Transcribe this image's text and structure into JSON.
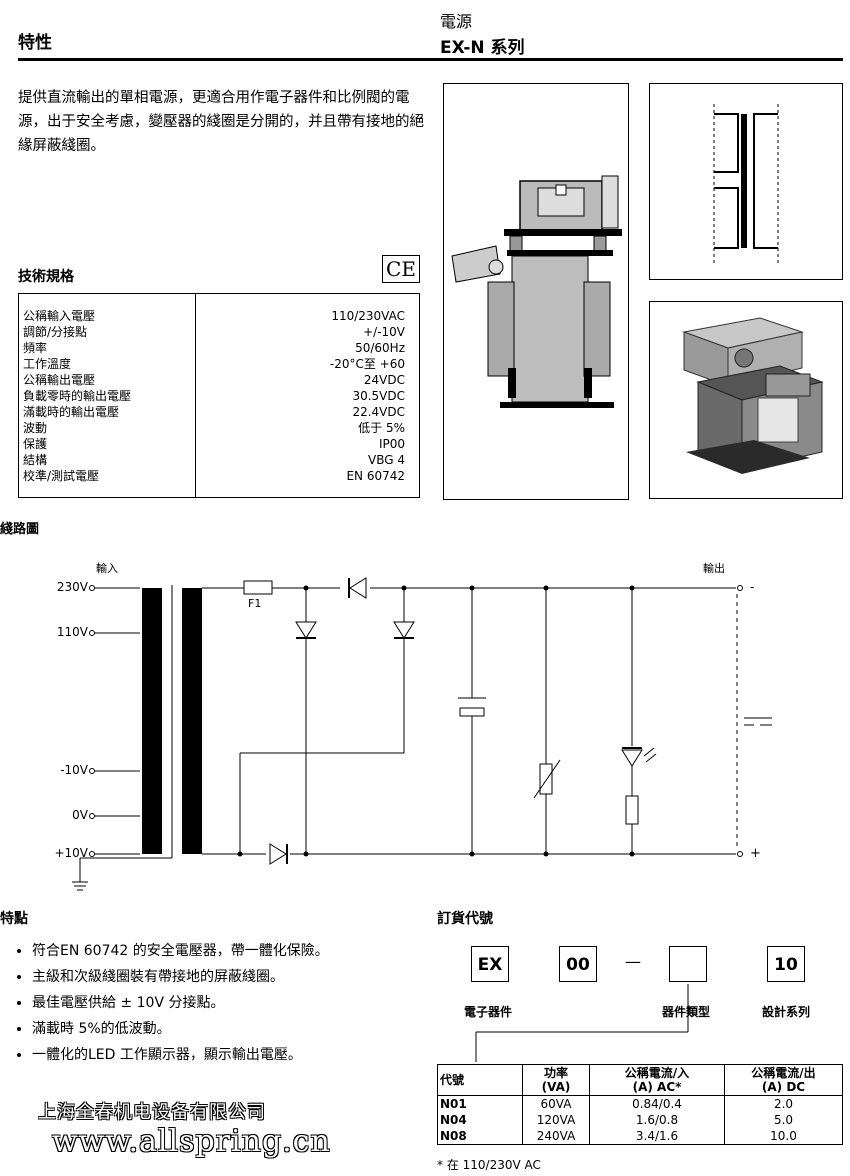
{
  "header": {
    "left_title": "特性",
    "right_line1": "電源",
    "right_line2": "EX-N 系列"
  },
  "intro": "提供直流輸出的單相電源，更適合用作電子器件和比例閥的電源，出于安全考慮，變壓器的綫圈是分開的，并且帶有接地的絕緣屏蔽綫圈。",
  "specs": {
    "title": "技術規格",
    "ce_mark": "CE",
    "rows": [
      {
        "label": "公稱輸入電壓",
        "value": "110/230VAC"
      },
      {
        "label": "調節/分接點",
        "value": "+/-10V"
      },
      {
        "label": "頻率",
        "value": "50/60Hz"
      },
      {
        "label": "工作溫度",
        "value": "-20°C至 +60"
      },
      {
        "label": "公稱輸出電壓",
        "value": "24VDC"
      },
      {
        "label": "負載零時的輸出電壓",
        "value": "30.5VDC"
      },
      {
        "label": "滿載時的輸出電壓",
        "value": "22.4VDC"
      },
      {
        "label": "波動",
        "value": "低于 5%"
      },
      {
        "label": "保護",
        "value": "IP00"
      },
      {
        "label": "結構",
        "value": "VBG 4"
      },
      {
        "label": "校準/測試電壓",
        "value": "EN 60742"
      }
    ]
  },
  "circuit": {
    "title": "綫路圖",
    "input_label": "輸入",
    "output_label": "輸出",
    "taps": [
      "230V",
      "110V",
      "-10V",
      "0V",
      "+10V"
    ],
    "fuse_label": "F1",
    "out_minus": "-",
    "out_plus": "+"
  },
  "features": {
    "title": "特點",
    "items": [
      "符合EN 60742 的安全電壓器，帶一體化保險。",
      "主級和次級綫圈裝有帶接地的屏蔽綫圈。",
      "最佳電壓供給 ± 10V 分接點。",
      "滿載時 5%的低波動。",
      "一體化的LED 工作顯示器，顯示輸出電壓。"
    ]
  },
  "order": {
    "title": "訂貨代號",
    "boxes": [
      "EX",
      "00",
      "",
      "10"
    ],
    "dash": "—",
    "label_electronic": "電子器件",
    "label_type": "器件類型",
    "label_series": "設計系列",
    "table_headers": [
      "代號",
      "功率\n(VA)",
      "公稱電流/入\n(A) AC*",
      "公稱電流/出\n(A) DC"
    ],
    "rows": [
      {
        "code": "N01",
        "power": "60VA",
        "in": "0.84/0.4",
        "out": "2.0"
      },
      {
        "code": "N04",
        "power": "120VA",
        "in": "1.6/0.8",
        "out": "5.0"
      },
      {
        "code": "N08",
        "power": "240VA",
        "in": "3.4/1.6",
        "out": "10.0"
      }
    ],
    "footnote": "* 在 110/230V AC"
  },
  "watermark": {
    "line1": "上海全春机电设备有限公司",
    "line2": "www.allspring.cn"
  }
}
